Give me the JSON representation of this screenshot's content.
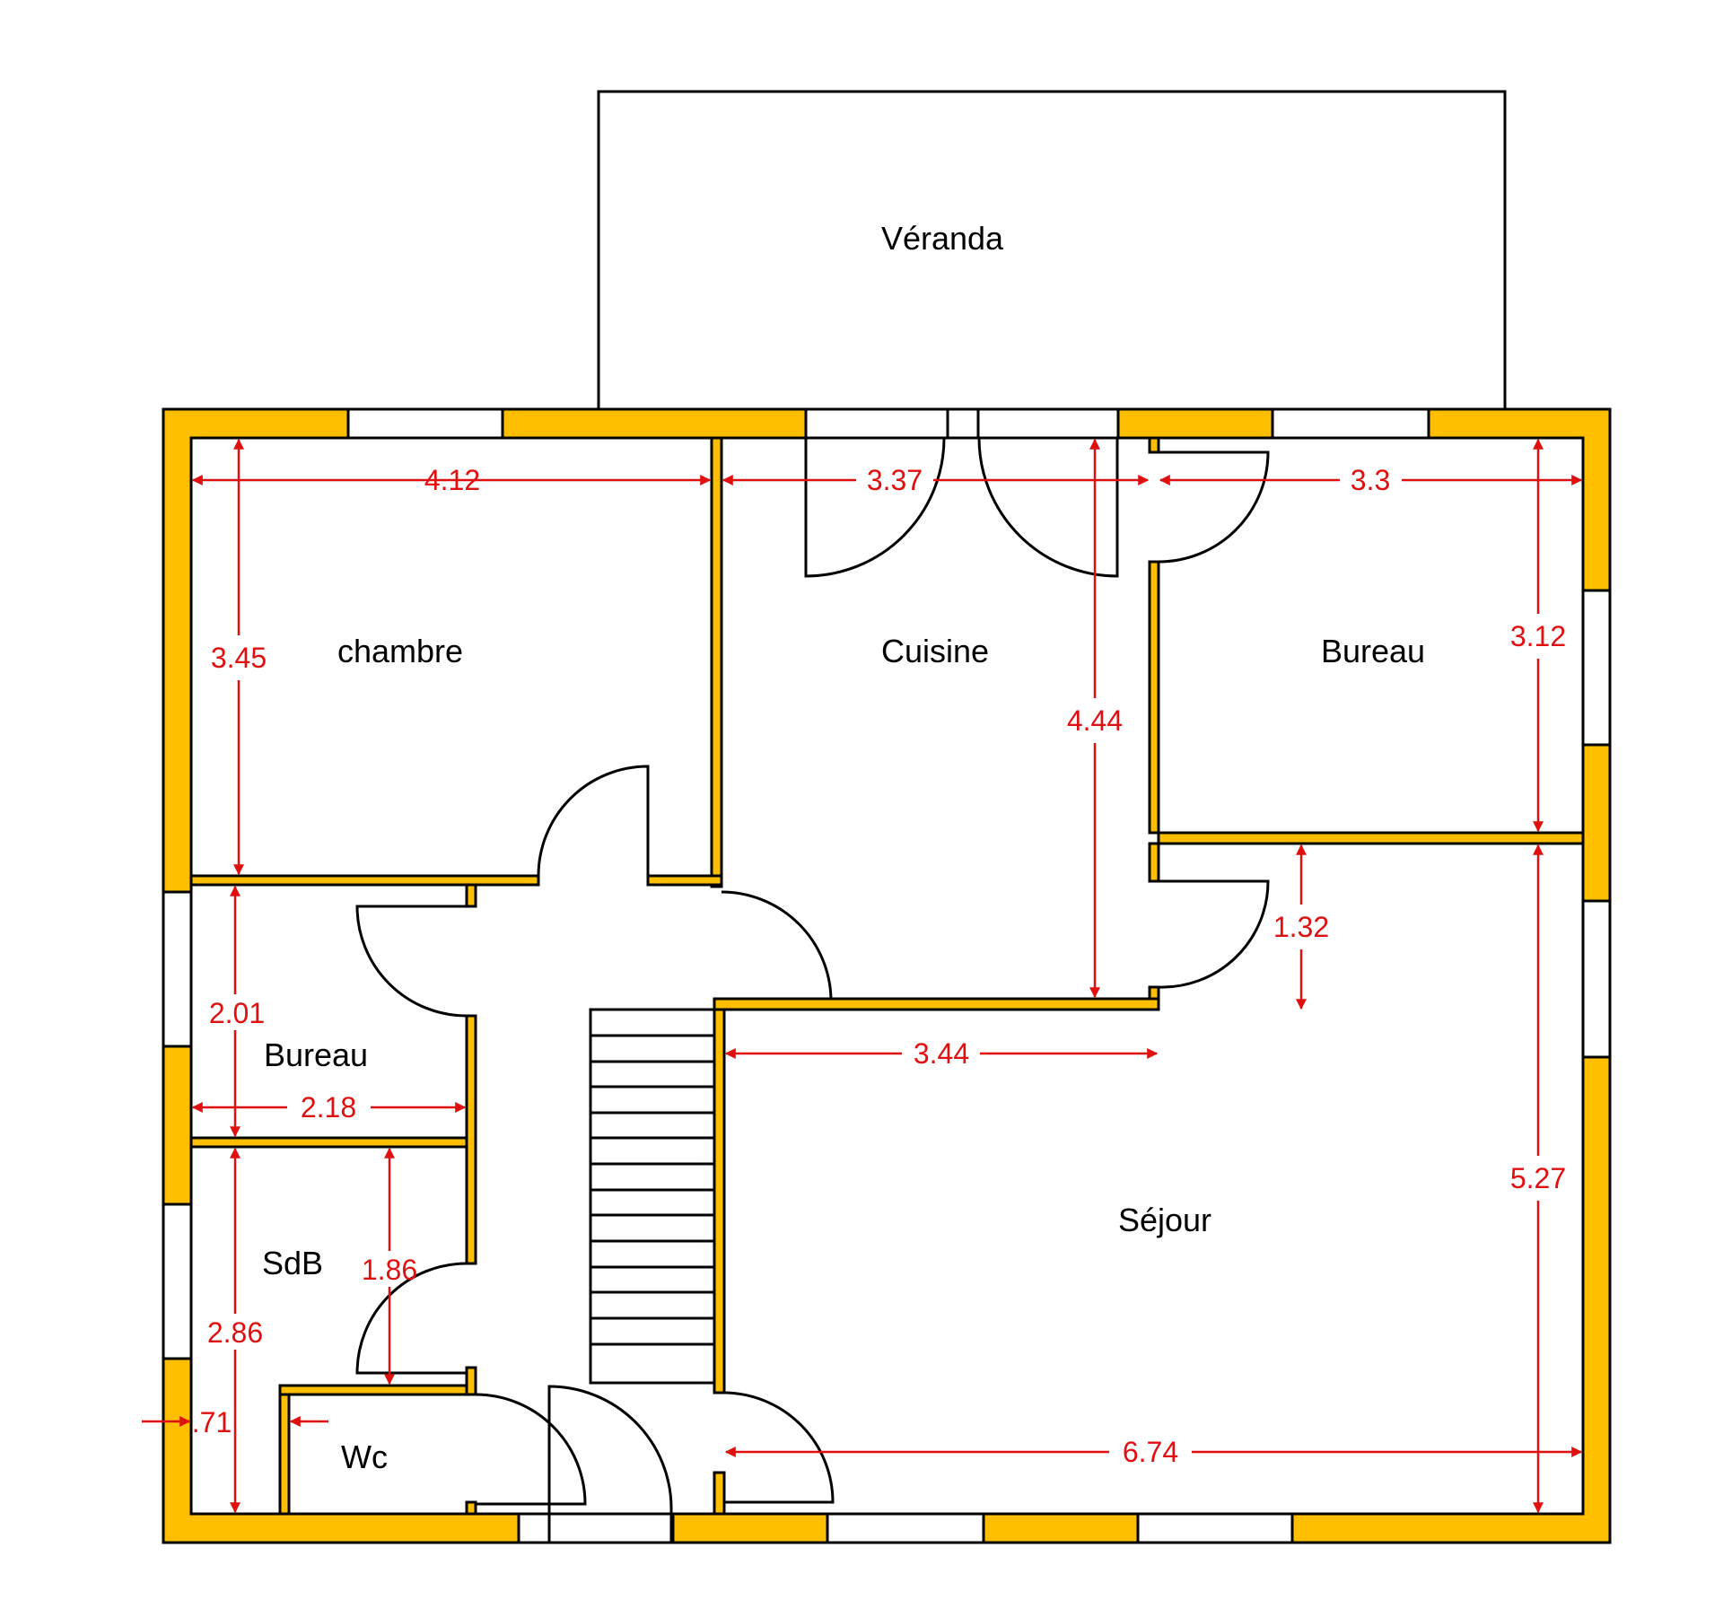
{
  "colors": {
    "wall": "#FFBF00",
    "line": "#000000",
    "dimension": "#E01010",
    "background": "#FFFFFF"
  },
  "rooms": {
    "veranda": "Véranda",
    "chambre": "chambre",
    "cuisine": "Cuisine",
    "bureau_east": "Bureau",
    "bureau_west": "Bureau",
    "sdb": "SdB",
    "wc": "Wc",
    "sejour": "Séjour"
  },
  "dimensions": {
    "chambre_width": "4.12",
    "cuisine_width": "3.37",
    "bureau_east_width": "3.3",
    "chambre_depth": "3.45",
    "bureau_east_depth": "3.12",
    "cuisine_depth": "4.44",
    "passage_depth": "1.32",
    "bureau_west_depth": "2.01",
    "bureau_west_width": "2.18",
    "cuisine_south_width": "3.44",
    "sdb_depth": "2.86",
    "hall_depth": "1.86",
    "wall_offset": ".71",
    "sejour_depth": "5.27",
    "sejour_width": "6.74"
  }
}
